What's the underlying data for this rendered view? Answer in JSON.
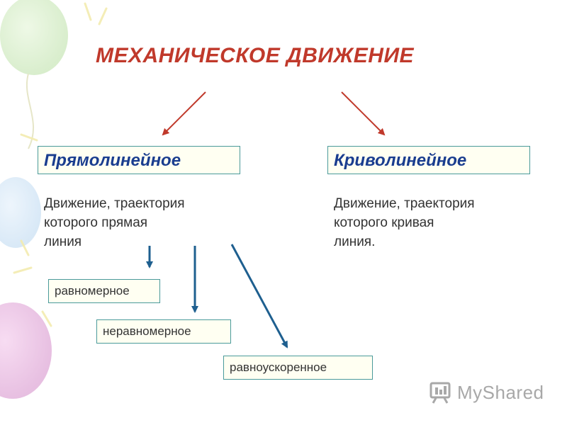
{
  "title": "МЕХАНИЧЕСКОЕ ДВИЖЕНИЕ",
  "branches": [
    {
      "label": "Прямолинейное",
      "description_lines": [
        "Движение, траектория",
        "которого прямая",
        "линия"
      ]
    },
    {
      "label": "Криволинейное",
      "description_lines": [
        "Движение, траектория",
        "которого кривая",
        "линия."
      ]
    }
  ],
  "subtypes": [
    "равномерное",
    "неравномерное",
    "равноускоренное"
  ],
  "watermark": {
    "text": "MyShared",
    "icon": "myshared-logo-icon"
  },
  "colors": {
    "title": "#c0392b",
    "heading_text": "#1a3d8f",
    "box_border": "#4a9a9a",
    "red_arrow": "#c0392b",
    "blue_arrow": "#1e5f8f"
  }
}
